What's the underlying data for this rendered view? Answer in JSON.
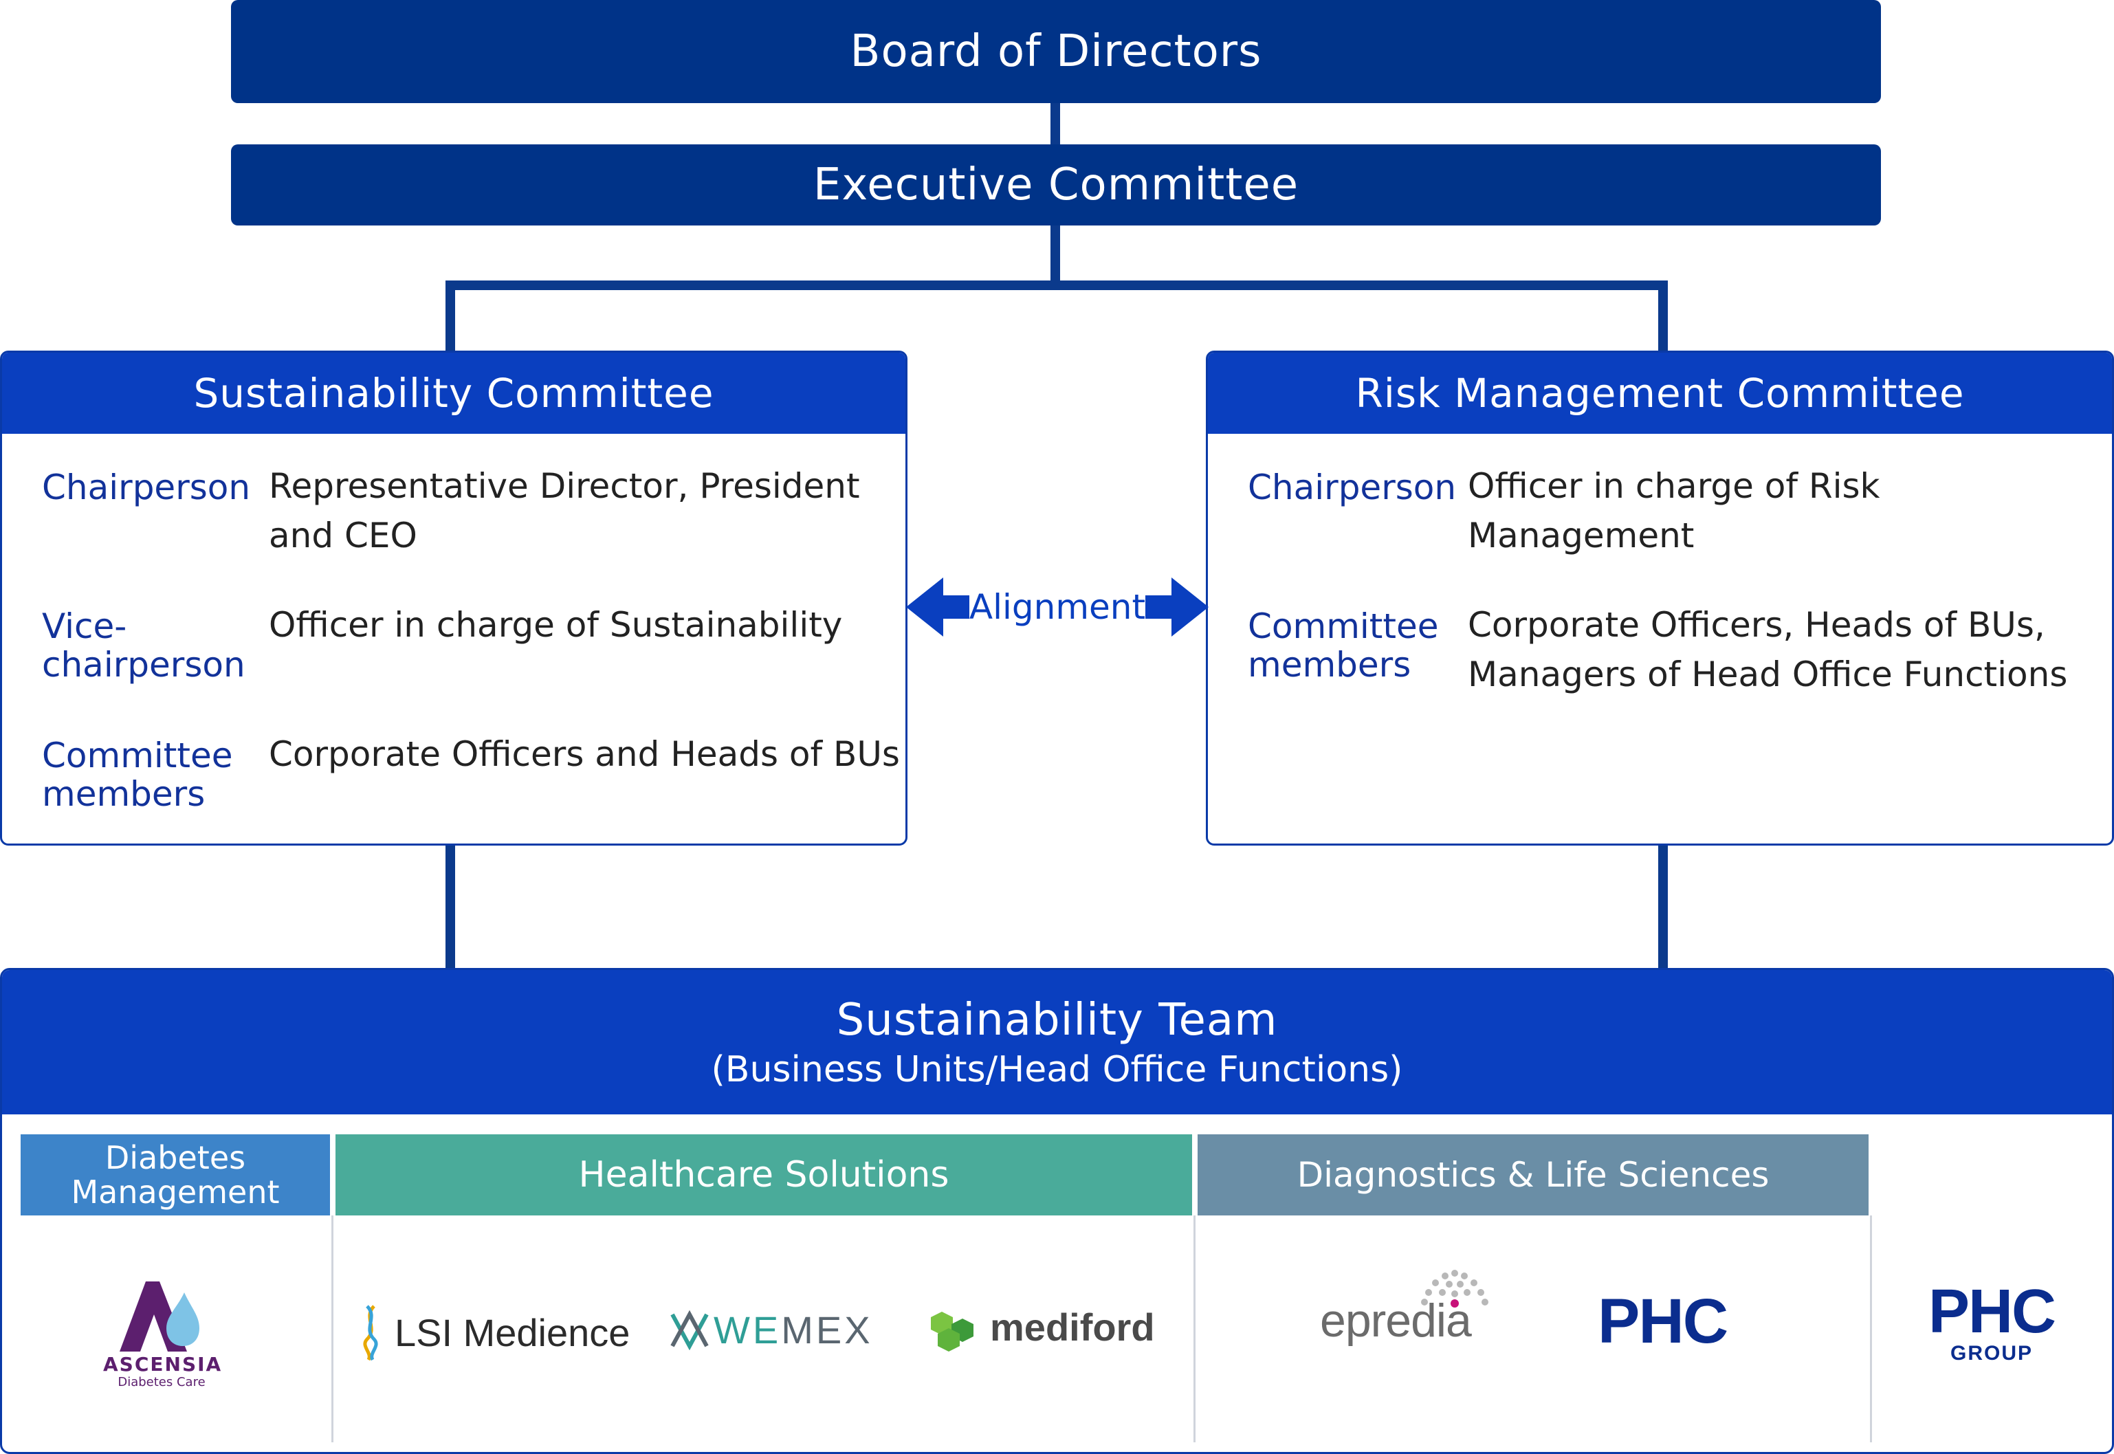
{
  "board": {
    "title": "Board of Directors"
  },
  "executive": {
    "title": "Executive Committee"
  },
  "sustainability_committee": {
    "title": "Sustainability Committee",
    "rows": [
      {
        "role": "Chairperson",
        "desc_lines": [
          "Representative Director, President",
          "and CEO"
        ]
      },
      {
        "role_lines": [
          "Vice-",
          "chairperson"
        ],
        "desc": "Officer in charge of Sustainability"
      },
      {
        "role_lines": [
          "Committee",
          "members"
        ],
        "desc": "Corporate Officers and Heads of BUs"
      }
    ]
  },
  "risk_committee": {
    "title": "Risk Management Committee",
    "rows": [
      {
        "role": "Chairperson",
        "desc_lines": [
          "Officer in charge of Risk",
          "Management"
        ]
      },
      {
        "role_lines": [
          "Committee",
          "members"
        ],
        "desc_lines": [
          "Corporate Officers, Heads of BUs,",
          "Managers of Head Office Functions"
        ]
      }
    ]
  },
  "alignment": {
    "label": "Alignment"
  },
  "team": {
    "title": "Sustainability Team",
    "subtitle": "(Business Units/Head Office Functions)",
    "segments": [
      {
        "label_lines": [
          "Diabetes",
          "Management"
        ],
        "color": "#3d84c9"
      },
      {
        "label": "Healthcare Solutions",
        "color": "#4aab9a"
      },
      {
        "label": "Diagnostics & Life Sciences",
        "color": "#6a8ea6"
      }
    ],
    "logos": {
      "ascensia": {
        "name": "ASCENSIA",
        "sub": "Diabetes Care"
      },
      "lsi": "LSI Medience",
      "wemex": {
        "mark": "WE",
        "rest": "MEX"
      },
      "mediford": "mediford",
      "epredia": "epredia",
      "phc": "PHC",
      "phc_group": {
        "name": "PHC",
        "sub": "GROUP"
      }
    }
  },
  "colors": {
    "navy": "#003388",
    "blue": "#0a3fbf",
    "line": "#0b3a8c"
  }
}
